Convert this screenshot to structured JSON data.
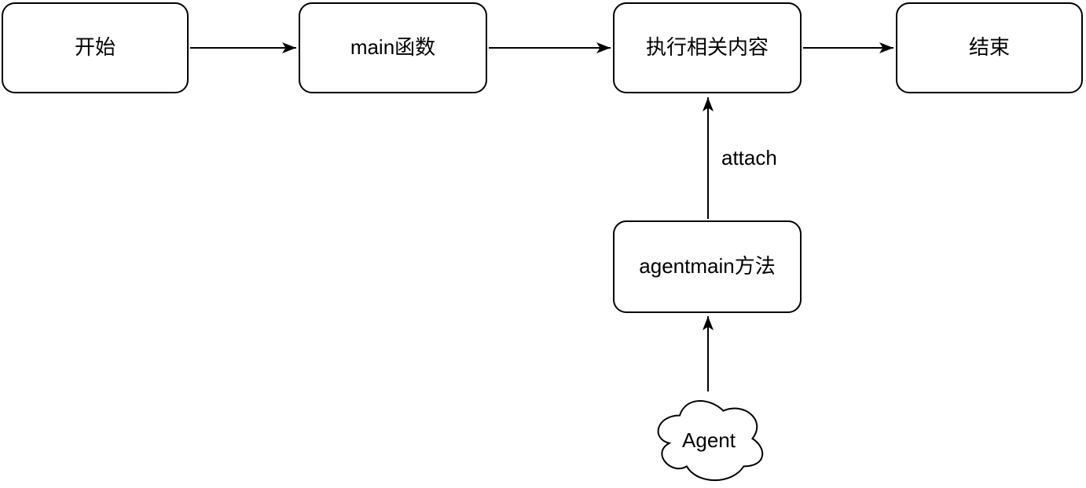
{
  "diagram": {
    "background_color": "#ffffff",
    "stroke_color": "#000000",
    "text_color": "#000000",
    "nodes": [
      {
        "id": "start",
        "label": "开始",
        "shape": "rounded-rect"
      },
      {
        "id": "main",
        "label": "main函数",
        "shape": "rounded-rect"
      },
      {
        "id": "execute",
        "label": "执行相关内容",
        "shape": "rounded-rect"
      },
      {
        "id": "end",
        "label": "结束",
        "shape": "rounded-rect"
      },
      {
        "id": "agentmain",
        "label": "agentmain方法",
        "shape": "rounded-rect"
      },
      {
        "id": "agent",
        "label": "Agent",
        "shape": "cloud"
      }
    ],
    "edges": [
      {
        "from": "start",
        "to": "main",
        "label": ""
      },
      {
        "from": "main",
        "to": "execute",
        "label": ""
      },
      {
        "from": "execute",
        "to": "end",
        "label": ""
      },
      {
        "from": "agentmain",
        "to": "execute",
        "label": "attach"
      },
      {
        "from": "agent",
        "to": "agentmain",
        "label": ""
      }
    ]
  }
}
